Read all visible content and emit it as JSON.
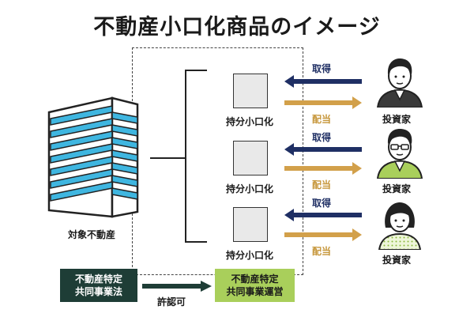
{
  "title": "不動産小口化商品のイメージ",
  "property": {
    "label": "対象不動産"
  },
  "shares": [
    {
      "label": "持分小口化",
      "acquire": "取得",
      "dividend": "配当",
      "investor": "投資家"
    },
    {
      "label": "持分小口化",
      "acquire": "取得",
      "dividend": "配当",
      "investor": "投資家"
    },
    {
      "label": "持分小口化",
      "acquire": "取得",
      "dividend": "配当",
      "investor": "投資家"
    }
  ],
  "law_box": {
    "line1": "不動産特定",
    "line2": "共同事業法"
  },
  "permit_label": "許認可",
  "business_box": {
    "line1": "不動産特定",
    "line2": "共同事業運営"
  },
  "colors": {
    "navy_arrow": "#1f2f64",
    "gold_arrow": "#d2a04a",
    "law_box": "#1e3d36",
    "business_box": "#a9cf5b",
    "building_stripe": "#3fb6e0"
  },
  "icons": [
    "building-icon",
    "investor-icon"
  ]
}
